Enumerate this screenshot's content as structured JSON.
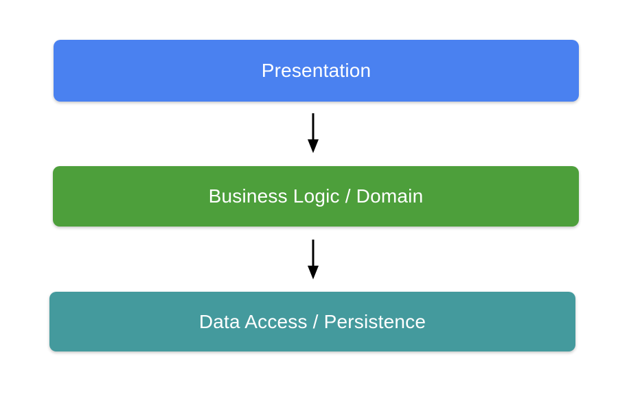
{
  "diagram": {
    "background_color": "#ffffff",
    "text_color": "#ffffff",
    "arrow_color": "#000000",
    "layers": [
      {
        "label": "Presentation",
        "color": "#4a81f0"
      },
      {
        "label": "Business Logic / Domain",
        "color": "#4d9f3b"
      },
      {
        "label": "Data Access / Persistence",
        "color": "#449a9d"
      }
    ]
  }
}
